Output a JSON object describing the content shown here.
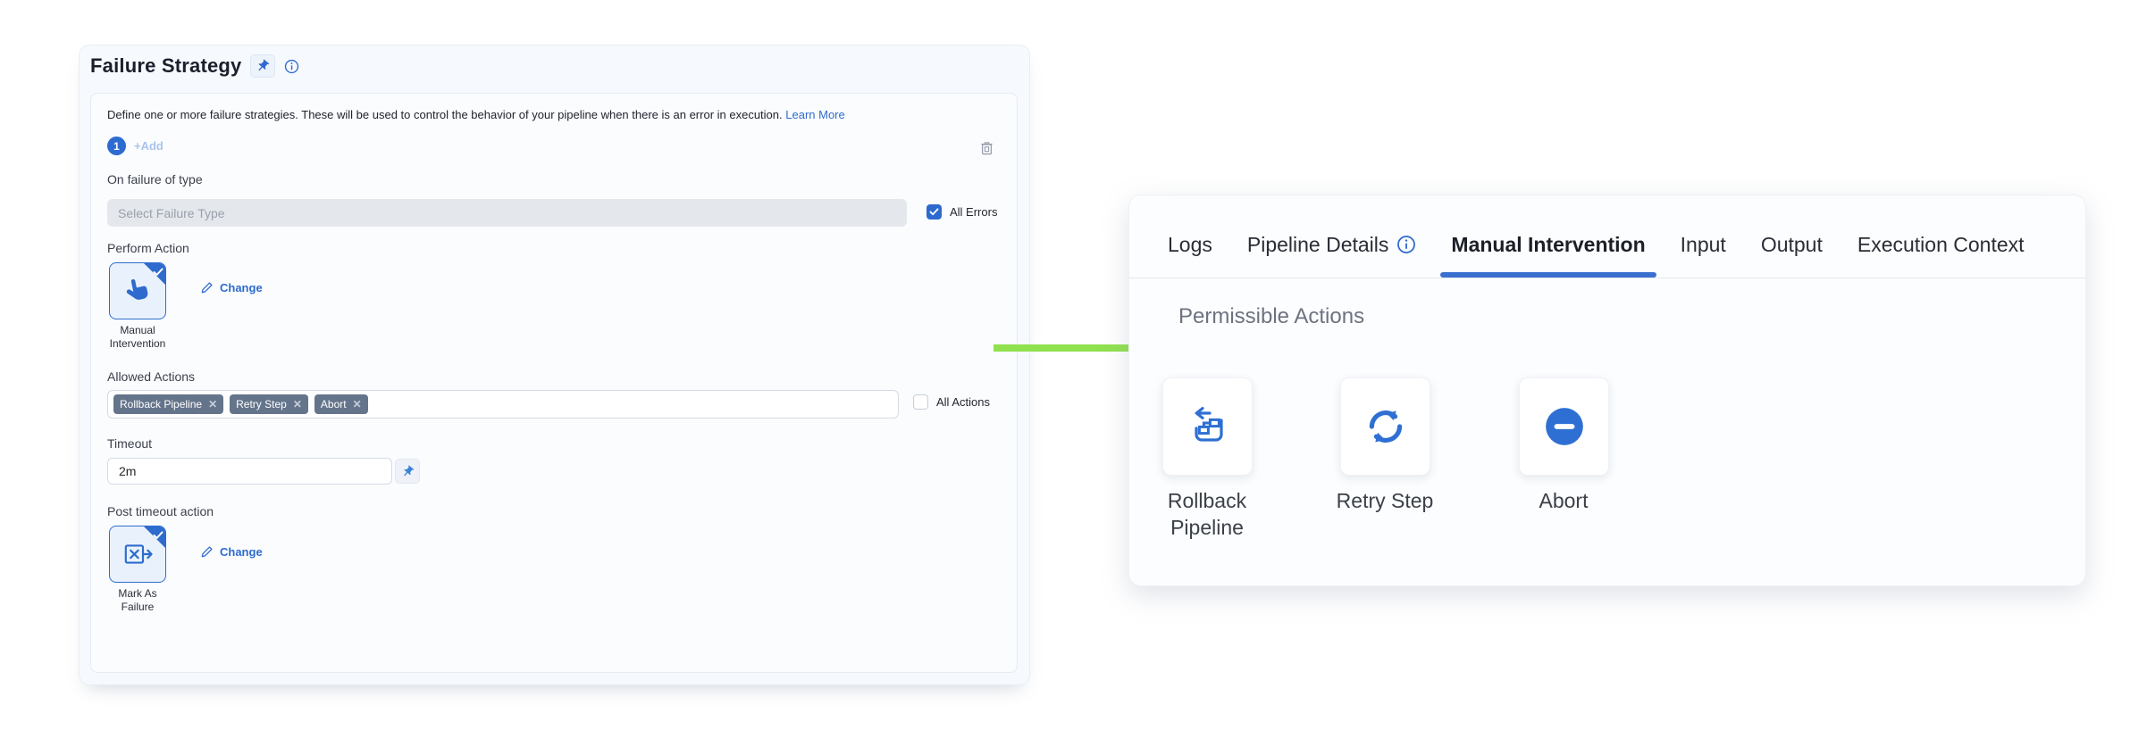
{
  "colors": {
    "accent_blue": "#2f6bce",
    "tab_underline": "#3a6fd0",
    "checkbox_blue": "#2d6ace",
    "tag_slate": "#64748b",
    "arrow_green": "#90e14e",
    "panel_bg": "#f6f9fd",
    "abort_blue": "#2e6fd3"
  },
  "glyphs": {
    "remove": "✕"
  },
  "left_panel": {
    "title": "Failure Strategy",
    "description": "Define one or more failure strategies. These will be used to control the behavior of your pipeline when there is an error in execution.",
    "learn_more_label": "Learn More",
    "strategy_index": "1",
    "add_label": "+Add",
    "on_failure_label": "On failure of type",
    "failure_type_placeholder": "Select Failure Type",
    "all_errors_label": "All Errors",
    "perform_action_label": "Perform Action",
    "perform_action_name": "Manual Intervention",
    "change_label": "Change",
    "allowed_actions_label": "Allowed Actions",
    "allowed_actions_tags": [
      "Rollback Pipeline",
      "Retry Step",
      "Abort"
    ],
    "all_actions_label": "All Actions",
    "timeout_label": "Timeout",
    "timeout_value": "2m",
    "post_timeout_label": "Post timeout action",
    "post_timeout_action_name": "Mark As Failure"
  },
  "right_panel": {
    "tabs": [
      {
        "label": "Logs"
      },
      {
        "label": "Pipeline Details"
      },
      {
        "label": "Manual Intervention"
      },
      {
        "label": "Input"
      },
      {
        "label": "Output"
      },
      {
        "label": "Execution Context"
      }
    ],
    "active_tab": "Manual Intervention",
    "section_title": "Permissible Actions",
    "actions": [
      {
        "label": "Rollback Pipeline",
        "icon": "rollback-pipeline-icon"
      },
      {
        "label": "Retry Step",
        "icon": "retry-icon"
      },
      {
        "label": "Abort",
        "icon": "abort-icon"
      }
    ]
  }
}
